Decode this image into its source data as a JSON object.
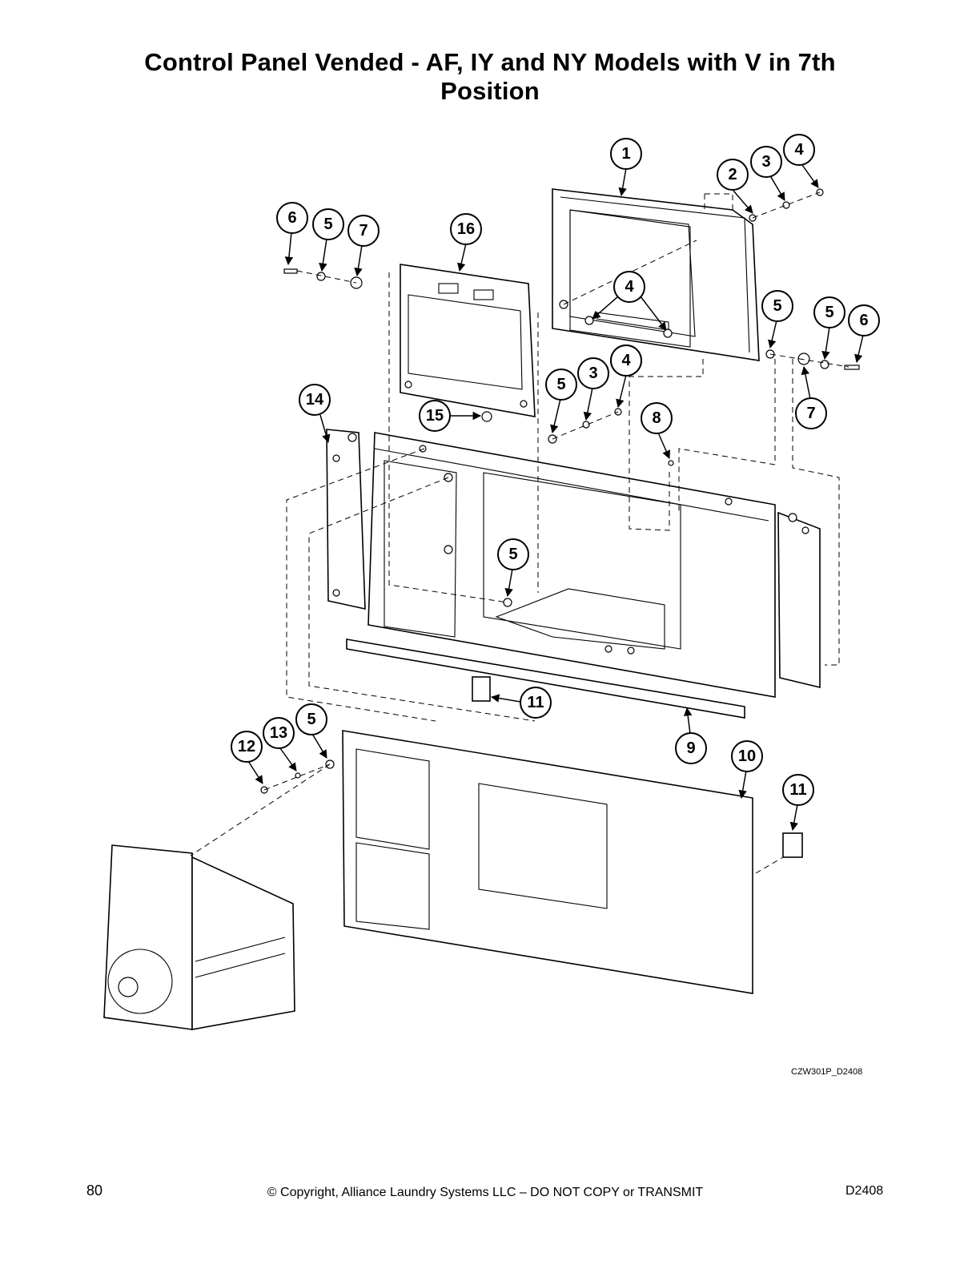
{
  "title": {
    "line1": "Control Panel Vended - AF, IY and NY Models with V in 7th",
    "line2": "Position"
  },
  "callouts": [
    "1",
    "2",
    "3",
    "4",
    "4",
    "6",
    "5",
    "7",
    "16",
    "4",
    "5",
    "5",
    "6",
    "7",
    "5",
    "3",
    "4",
    "15",
    "14",
    "8",
    "5",
    "11",
    "9",
    "5",
    "13",
    "12",
    "10",
    "11"
  ],
  "drawing_code": "CZW301P_D2408",
  "footer": {
    "page_number": "80",
    "copyright": "© Copyright, Alliance Laundry Systems LLC – DO NOT COPY or TRANSMIT",
    "doc_id": "D2408"
  }
}
